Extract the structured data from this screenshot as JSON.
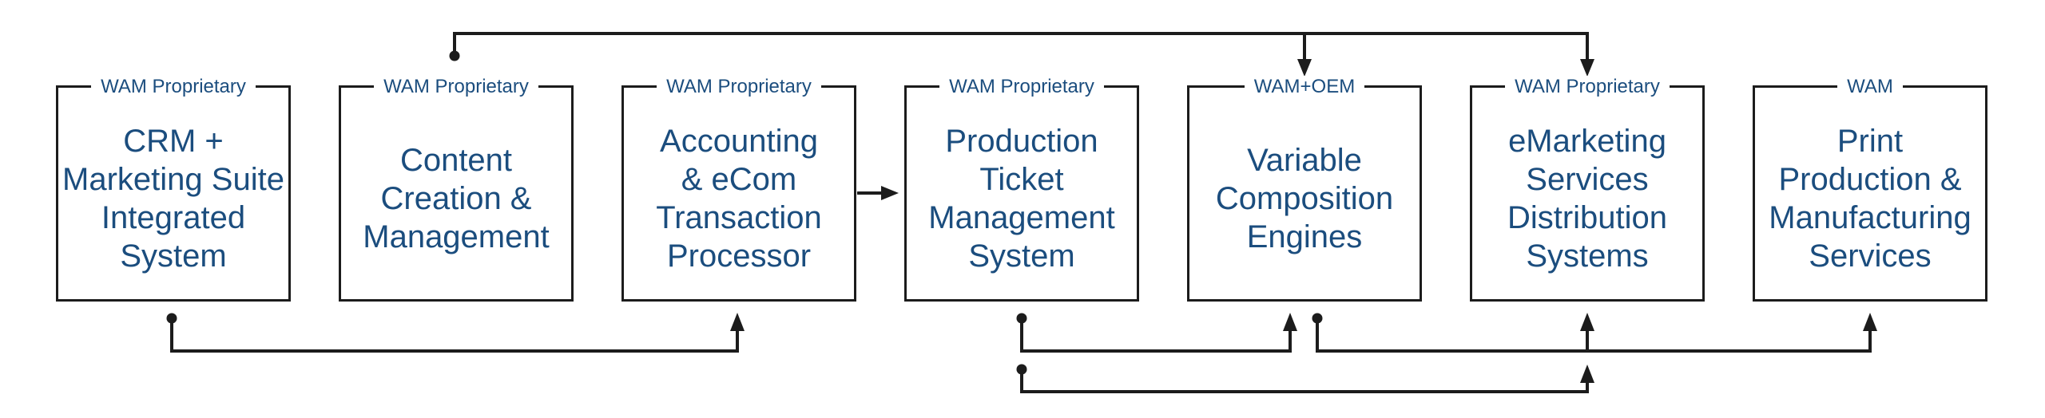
{
  "diagram": {
    "boxes": [
      {
        "header": "WAM Proprietary",
        "lines": [
          "CRM +",
          "Marketing Suite",
          "Integrated",
          "System"
        ]
      },
      {
        "header": "WAM Proprietary",
        "lines": [
          "Content",
          "Creation &",
          "Management"
        ]
      },
      {
        "header": "WAM Proprietary",
        "lines": [
          "Accounting",
          "& eCom",
          "Transaction",
          "Processor"
        ]
      },
      {
        "header": "WAM Proprietary",
        "lines": [
          "Production",
          "Ticket",
          "Management",
          "System"
        ]
      },
      {
        "header": "WAM+OEM",
        "lines": [
          "Variable",
          "Composition",
          "Engines"
        ]
      },
      {
        "header": "WAM Proprietary",
        "lines": [
          "eMarketing",
          "Services",
          "Distribution",
          "Systems"
        ]
      },
      {
        "header": "WAM",
        "lines": [
          "Print",
          "Production &",
          "Manufacturing",
          "Services"
        ]
      }
    ],
    "edges": [
      {
        "from": "Content Creation & Management",
        "to": [
          "Variable Composition Engines",
          "eMarketing Services Distribution Systems"
        ],
        "route": "top"
      },
      {
        "from": "Accounting & eCom Transaction Processor",
        "to": [
          "Production Ticket Management System"
        ],
        "route": "middle"
      },
      {
        "from": "CRM + Marketing Suite Integrated System",
        "to": [
          "Accounting & eCom Transaction Processor"
        ],
        "route": "bottom"
      },
      {
        "from": "Production Ticket Management System",
        "to": [
          "Variable Composition Engines"
        ],
        "route": "bottom"
      },
      {
        "from": "Variable Composition Engines",
        "to": [
          "eMarketing Services Distribution Systems",
          "Print Production & Manufacturing Services"
        ],
        "route": "bottom"
      },
      {
        "from": "Production Ticket Management System",
        "to": [
          "eMarketing Services Distribution Systems"
        ],
        "route": "bottom-2"
      }
    ],
    "colors": {
      "text": "#1b4d7e",
      "line": "#1c1c1c",
      "background": "#ffffff"
    }
  }
}
